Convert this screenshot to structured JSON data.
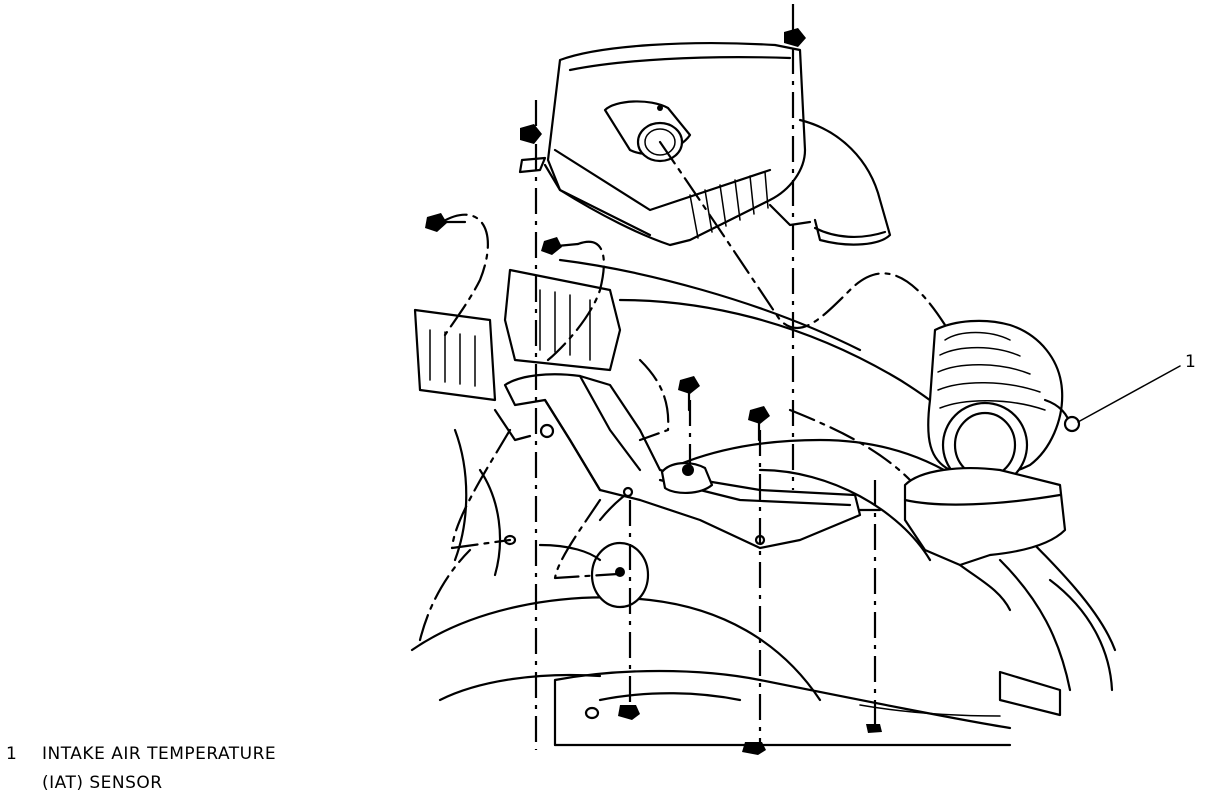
{
  "diagram": {
    "callouts": [
      {
        "number": "1",
        "part": "intake-air-temperature-sensor"
      }
    ]
  },
  "legend": [
    {
      "number": "1",
      "line1": "INTAKE AIR TEMPERATURE",
      "line2": "(IAT) SENSOR"
    }
  ],
  "colors": {
    "ink": "#000000",
    "paper": "#ffffff"
  }
}
